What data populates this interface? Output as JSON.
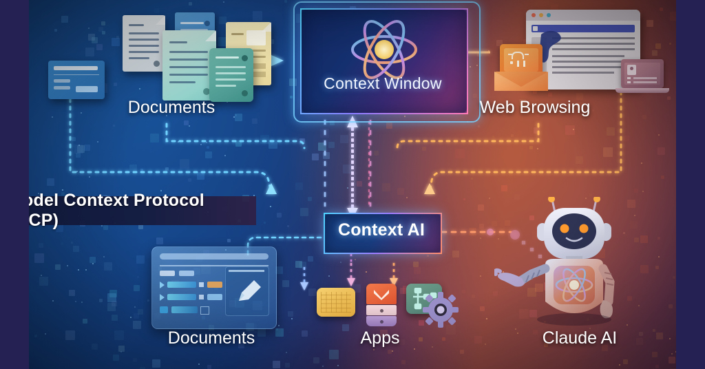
{
  "diagram": {
    "title": "Model Context Protocol (MCP) architecture diagram",
    "mcp_label": "Model Context Protocol (MCP)",
    "nodes": {
      "context_window": {
        "label": "Context Window",
        "icon": "atom-icon"
      },
      "context_ai": {
        "label": "Context AI"
      },
      "documents_top": {
        "label": "Documents",
        "icon": "documents-icon"
      },
      "web_browsing": {
        "label": "Web Browsing",
        "icon": "browser-window-icon"
      },
      "documents_bottom": {
        "label": "Documents",
        "icon": "document-editor-icon"
      },
      "apps": {
        "label": "Apps",
        "icon": "apps-icon"
      },
      "claude_ai": {
        "label": "Claude AI",
        "icon": "robot-icon"
      }
    },
    "app_icons": [
      {
        "name": "calendar-app-icon",
        "color": "#f3c24a"
      },
      {
        "name": "tasks-app-icon",
        "color": "#e8643a"
      },
      {
        "name": "workflow-app-icon",
        "color": "#5f8f7e"
      },
      {
        "name": "settings-gear-icon",
        "color": "#8f84c6"
      }
    ],
    "connections": [
      {
        "name": "documents-to-context-window",
        "style": "solid-arrow",
        "color": "#7fd4ff"
      },
      {
        "name": "web-browsing-to-context-window",
        "style": "solid-arrow",
        "color": "#ffb066"
      },
      {
        "name": "context-window-to-context-ai",
        "style": "double-arrow",
        "color": "#d8c8ff"
      },
      {
        "name": "mcp-bus-left",
        "style": "dashed",
        "color": "#6fd2ff"
      },
      {
        "name": "mcp-bus-right",
        "style": "dashed",
        "color": "#ffb55c"
      },
      {
        "name": "context-ai-to-documents",
        "style": "dashed",
        "color": "#6fd2ff"
      },
      {
        "name": "context-ai-to-apps",
        "style": "dashed",
        "color": "#cf7fd8"
      },
      {
        "name": "context-ai-to-claude",
        "style": "dashed",
        "color": "#ff9a6a"
      }
    ],
    "colors": {
      "accent_blue": "#4fd3ff",
      "accent_orange": "#ff9a4a",
      "accent_violet": "#9b7bff",
      "background_left": "#11387a",
      "background_right": "#8c4436",
      "border_navy": "#262153"
    }
  }
}
